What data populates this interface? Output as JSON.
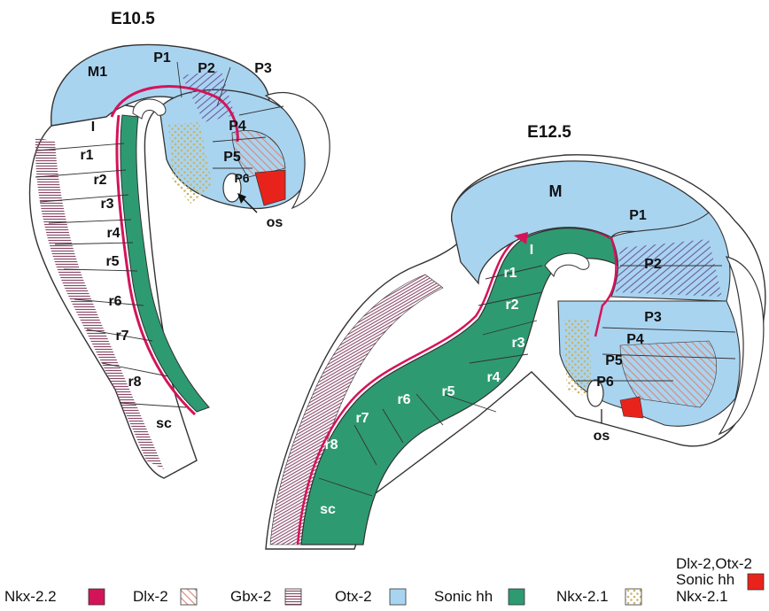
{
  "colors": {
    "nkx22": "#d4145a",
    "dlx2_hatch": "#e8a79c",
    "gbx2_hatch": "#8a4a6a",
    "otx2": "#a9d4f0",
    "sonic": "#2e9a72",
    "nkx21_dots": "#d9c98a",
    "combo": "#e8231c",
    "outline": "#333333"
  },
  "e105": {
    "title": "E10.5",
    "labels": {
      "m1": "M1",
      "p1": "P1",
      "p2": "P2",
      "p3": "P3",
      "p4": "P4",
      "p5": "P5",
      "p6": "P6",
      "i": "I",
      "r1": "r1",
      "r2": "r2",
      "r3": "r3",
      "r4": "r4",
      "r5": "r5",
      "r6": "r6",
      "r7": "r7",
      "r8": "r8",
      "sc": "sc",
      "os": "os"
    }
  },
  "e125": {
    "title": "E12.5",
    "labels": {
      "m": "M",
      "p1": "P1",
      "p2": "P2",
      "p3": "P3",
      "p4": "P4",
      "p5": "P5",
      "p6": "P6",
      "i": "I",
      "r1": "r1",
      "r2": "r2",
      "r3": "r3",
      "r4": "r4",
      "r5": "r5",
      "r6": "r6",
      "r7": "r7",
      "r8": "r8",
      "sc": "sc",
      "os": "os"
    }
  },
  "legend": {
    "nkx22": "Nkx-2.2",
    "dlx2": "Dlx-2",
    "gbx2": "Gbx-2",
    "otx2": "Otx-2",
    "sonic": "Sonic hh",
    "nkx21": "Nkx-2.1",
    "combo_line1": "Dlx-2,Otx-2",
    "combo_line2": "Sonic hh",
    "combo_line3": "Nkx-2.1"
  }
}
